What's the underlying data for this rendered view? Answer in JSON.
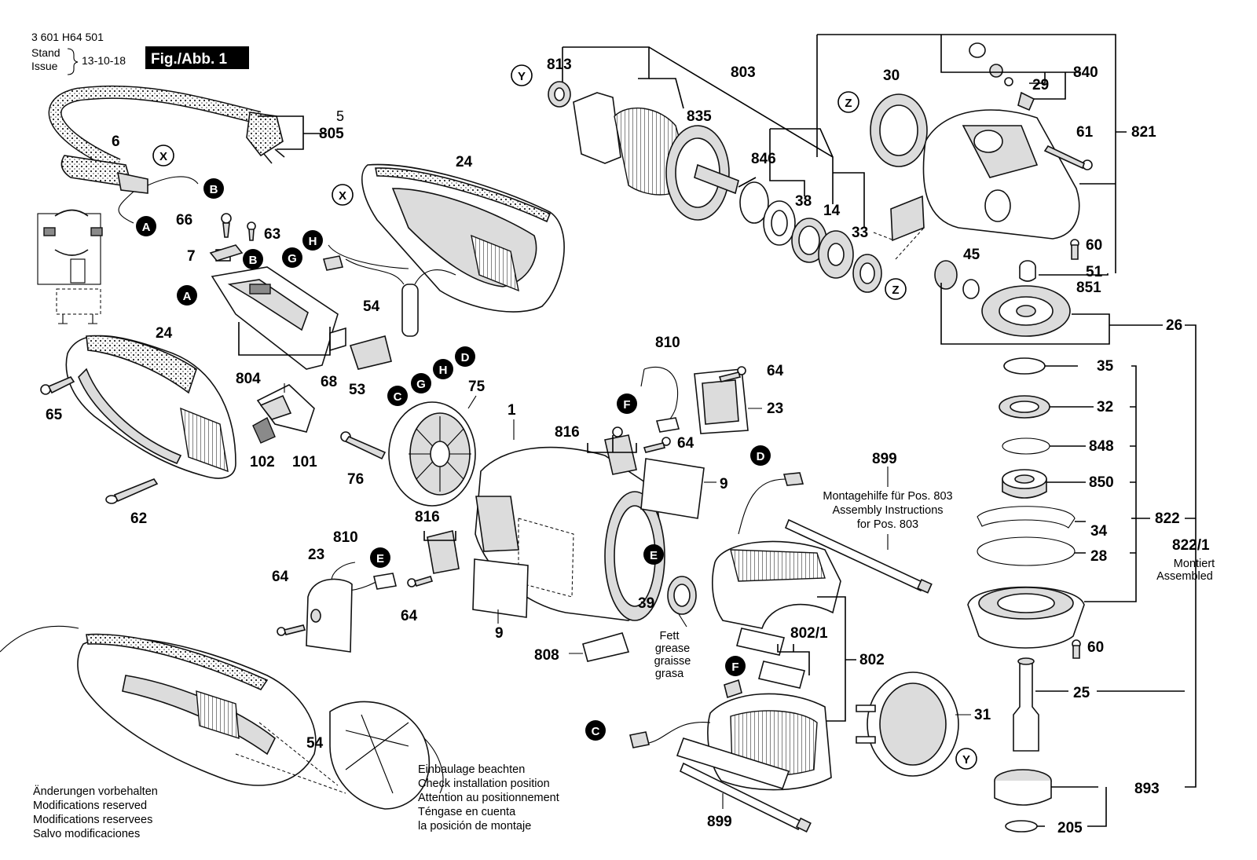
{
  "header": {
    "doc_number": "3 601 H64 501",
    "stand": "Stand",
    "issue": "Issue",
    "date": "13-10-18",
    "figure": "Fig./Abb. 1"
  },
  "callouts": [
    {
      "id": "c813",
      "text": "813"
    },
    {
      "id": "c803",
      "text": "803"
    },
    {
      "id": "c30",
      "text": "30"
    },
    {
      "id": "c840",
      "text": "840"
    },
    {
      "id": "c29",
      "text": "29"
    },
    {
      "id": "c835",
      "text": "835"
    },
    {
      "id": "c61",
      "text": "61"
    },
    {
      "id": "c821",
      "text": "821"
    },
    {
      "id": "c846",
      "text": "846"
    },
    {
      "id": "c38",
      "text": "38"
    },
    {
      "id": "c14",
      "text": "14"
    },
    {
      "id": "c33",
      "text": "33"
    },
    {
      "id": "c60a",
      "text": "60"
    },
    {
      "id": "c45",
      "text": "45"
    },
    {
      "id": "c51",
      "text": "51"
    },
    {
      "id": "c851",
      "text": "851"
    },
    {
      "id": "c26",
      "text": "26"
    },
    {
      "id": "c35",
      "text": "35"
    },
    {
      "id": "c32",
      "text": "32"
    },
    {
      "id": "c848",
      "text": "848"
    },
    {
      "id": "c850",
      "text": "850"
    },
    {
      "id": "c822",
      "text": "822"
    },
    {
      "id": "c34",
      "text": "34"
    },
    {
      "id": "c28",
      "text": "28"
    },
    {
      "id": "c8221",
      "text": "822/1"
    },
    {
      "id": "c60b",
      "text": "60"
    },
    {
      "id": "c25",
      "text": "25"
    },
    {
      "id": "c893",
      "text": "893"
    },
    {
      "id": "c205",
      "text": "205"
    },
    {
      "id": "c5",
      "text": "5"
    },
    {
      "id": "c805",
      "text": "805"
    },
    {
      "id": "c6",
      "text": "6"
    },
    {
      "id": "c24a",
      "text": "24"
    },
    {
      "id": "c66",
      "text": "66"
    },
    {
      "id": "c63",
      "text": "63"
    },
    {
      "id": "c7",
      "text": "7"
    },
    {
      "id": "c54a",
      "text": "54"
    },
    {
      "id": "c24b",
      "text": "24"
    },
    {
      "id": "c65",
      "text": "65"
    },
    {
      "id": "c804",
      "text": "804"
    },
    {
      "id": "c68",
      "text": "68"
    },
    {
      "id": "c53",
      "text": "53"
    },
    {
      "id": "c75",
      "text": "75"
    },
    {
      "id": "c1",
      "text": "1"
    },
    {
      "id": "c102",
      "text": "102"
    },
    {
      "id": "c101",
      "text": "101"
    },
    {
      "id": "c62",
      "text": "62"
    },
    {
      "id": "c76",
      "text": "76"
    },
    {
      "id": "c810a",
      "text": "810"
    },
    {
      "id": "c64a",
      "text": "64"
    },
    {
      "id": "c23a",
      "text": "23"
    },
    {
      "id": "c816a",
      "text": "816"
    },
    {
      "id": "c64b",
      "text": "64"
    },
    {
      "id": "c9a",
      "text": "9"
    },
    {
      "id": "c899a",
      "text": "899"
    },
    {
      "id": "c816b",
      "text": "816"
    },
    {
      "id": "c810b",
      "text": "810"
    },
    {
      "id": "c23b",
      "text": "23"
    },
    {
      "id": "c64c",
      "text": "64"
    },
    {
      "id": "c64d",
      "text": "64"
    },
    {
      "id": "c39",
      "text": "39"
    },
    {
      "id": "c9b",
      "text": "9"
    },
    {
      "id": "c808",
      "text": "808"
    },
    {
      "id": "c8021",
      "text": "802/1"
    },
    {
      "id": "c802",
      "text": "802"
    },
    {
      "id": "c31",
      "text": "31"
    },
    {
      "id": "c54b",
      "text": "54"
    },
    {
      "id": "c899b",
      "text": "899"
    }
  ],
  "markers": [
    {
      "id": "mY1",
      "letter": "Y",
      "style": "outline"
    },
    {
      "id": "mY2",
      "letter": "Y",
      "style": "outline"
    },
    {
      "id": "mZ1",
      "letter": "Z",
      "style": "outline"
    },
    {
      "id": "mZ2",
      "letter": "Z",
      "style": "outline"
    },
    {
      "id": "mX1",
      "letter": "X",
      "style": "outline"
    },
    {
      "id": "mX2",
      "letter": "X",
      "style": "outline"
    },
    {
      "id": "mA1",
      "letter": "A",
      "style": "filled"
    },
    {
      "id": "mA2",
      "letter": "A",
      "style": "filled"
    },
    {
      "id": "mB1",
      "letter": "B",
      "style": "filled"
    },
    {
      "id": "mB2",
      "letter": "B",
      "style": "filled"
    },
    {
      "id": "mH1",
      "letter": "H",
      "style": "filled"
    },
    {
      "id": "mH2",
      "letter": "H",
      "style": "filled"
    },
    {
      "id": "mG1",
      "letter": "G",
      "style": "filled"
    },
    {
      "id": "mG2",
      "letter": "G",
      "style": "filled"
    },
    {
      "id": "mC1",
      "letter": "C",
      "style": "filled"
    },
    {
      "id": "mC2",
      "letter": "C",
      "style": "filled"
    },
    {
      "id": "mD1",
      "letter": "D",
      "style": "filled"
    },
    {
      "id": "mD2",
      "letter": "D",
      "style": "filled"
    },
    {
      "id": "mE1",
      "letter": "E",
      "style": "filled"
    },
    {
      "id": "mE2",
      "letter": "E",
      "style": "filled"
    },
    {
      "id": "mF1",
      "letter": "F",
      "style": "filled"
    },
    {
      "id": "mF2",
      "letter": "F",
      "style": "filled"
    }
  ],
  "notes": {
    "assembled": [
      "Montiert",
      "Assembled"
    ],
    "assembly_aid": [
      "Montagehilfe für Pos. 803",
      "Assembly Instructions",
      "for Pos. 803"
    ],
    "grease": [
      "Fett",
      "grease",
      "graisse",
      "grasa"
    ],
    "installation": [
      "Einbaulage beachten",
      "Check installation position",
      "Attention au positionnement",
      "Téngase en cuenta",
      "la posición de montaje"
    ],
    "modifications": [
      "Änderungen vorbehalten",
      "Modifications reserved",
      "Modifications reservees",
      "Salvo modificaciones"
    ]
  }
}
